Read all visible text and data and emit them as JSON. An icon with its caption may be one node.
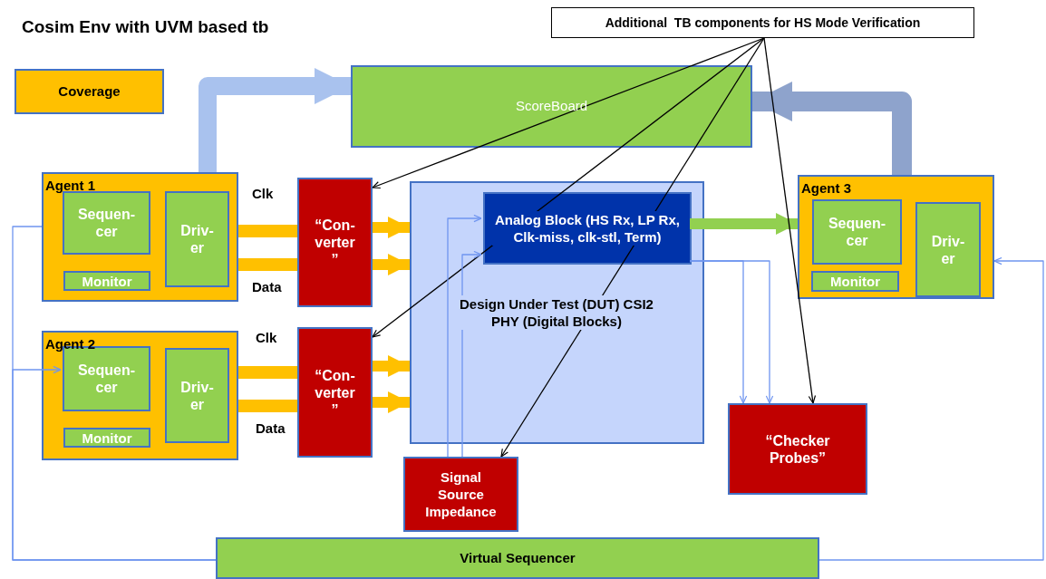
{
  "diagram": {
    "title": "Cosim Env with UVM based tb",
    "nodes": [
      {
        "text": [
          "Additional  TB components for HS Mode Verification"
        ]
      },
      {
        "text": [
          "Coverage"
        ]
      },
      {
        "text": [
          "ScoreBoard"
        ]
      },
      {
        "text": [
          "Agent 1"
        ]
      },
      {
        "text": [
          "Sequen- cer"
        ],
        "in": 3
      },
      {
        "text": [
          "Driv- er"
        ],
        "in": 3
      },
      {
        "text": [
          "Monitor"
        ],
        "in": 3
      },
      {
        "text": [
          "“Con- verter ”"
        ]
      },
      {
        "text": [
          "Design Under Test (DUT) CSI2 PHY (Digital Blocks)"
        ]
      },
      {
        "text": [
          "Analog Block (HS Rx, LP Rx, Clk-miss, clk-stl, Term)"
        ],
        "in": 8
      },
      {
        "text": [
          "Agent 3"
        ]
      },
      {
        "text": [
          "Sequen- cer"
        ],
        "in": 10
      },
      {
        "text": [
          "Driv- er"
        ],
        "in": 10
      },
      {
        "text": [
          "Monitor"
        ],
        "in": 10
      },
      {
        "text": [
          "Agent 2"
        ]
      },
      {
        "text": [
          "Sequen- cer"
        ],
        "in": 14
      },
      {
        "text": [
          "Driv- er"
        ],
        "in": 14
      },
      {
        "text": [
          "Monitor"
        ],
        "in": 14
      },
      {
        "text": [
          "“Con- verter ”"
        ]
      },
      {
        "text": [
          "“Checker Probes”"
        ]
      },
      {
        "text": [
          "Signal Source Impedance"
        ]
      },
      {
        "text": [
          "Virtual Sequencer"
        ]
      }
    ],
    "edges": [
      {
        "from": 3,
        "to": 2,
        "arrow": "to",
        "style": "thick",
        "color": "#a9c2ee"
      },
      {
        "from": 10,
        "to": 2,
        "arrow": "to",
        "style": "thick",
        "color": "#8ea3cc"
      },
      {
        "from": 3,
        "to": 7,
        "arrow": "none",
        "style": "thick",
        "color": "#ffc000",
        "label": "Clk"
      },
      {
        "from": 3,
        "to": 7,
        "arrow": "none",
        "style": "thick",
        "color": "#ffc000",
        "label": "Data"
      },
      {
        "from": 7,
        "to": 8,
        "arrow": "to",
        "style": "thick",
        "color": "#ffc000"
      },
      {
        "from": 7,
        "to": 8,
        "arrow": "to",
        "style": "thick",
        "color": "#ffc000"
      },
      {
        "from": 14,
        "to": 18,
        "arrow": "none",
        "style": "thick",
        "color": "#ffc000",
        "label": "Clk"
      },
      {
        "from": 14,
        "to": 18,
        "arrow": "none",
        "style": "thick",
        "color": "#ffc000",
        "label": "Data"
      },
      {
        "from": 18,
        "to": 8,
        "arrow": "to",
        "style": "thick",
        "color": "#ffc000"
      },
      {
        "from": 18,
        "to": 8,
        "arrow": "to",
        "style": "thick",
        "color": "#ffc000"
      },
      {
        "from": 9,
        "to": 10,
        "arrow": "to",
        "style": "thick",
        "color": "#92d050"
      },
      {
        "from": 0,
        "to": 7,
        "arrow": "to",
        "color": "#000000"
      },
      {
        "from": 0,
        "to": 18,
        "arrow": "to",
        "color": "#000000"
      },
      {
        "from": 0,
        "to": 20,
        "arrow": "to",
        "color": "#000000"
      },
      {
        "from": 0,
        "to": 19,
        "arrow": "to",
        "color": "#000000"
      },
      {
        "from": 21,
        "to": 3,
        "arrow": "none",
        "color": "#6f95f0"
      },
      {
        "from": 21,
        "to": 15,
        "arrow": "to",
        "color": "#6f95f0"
      },
      {
        "from": 21,
        "to": 10,
        "arrow": "to",
        "color": "#6f95f0"
      },
      {
        "from": 20,
        "to": 9,
        "arrow": "to",
        "color": "#6f95f0"
      },
      {
        "from": 20,
        "to": 9,
        "arrow": "to",
        "color": "#6f95f0"
      },
      {
        "from": 9,
        "to": 19,
        "arrow": "to",
        "color": "#6f95f0"
      },
      {
        "from": 9,
        "to": 19,
        "arrow": "to",
        "color": "#6f95f0"
      }
    ]
  }
}
